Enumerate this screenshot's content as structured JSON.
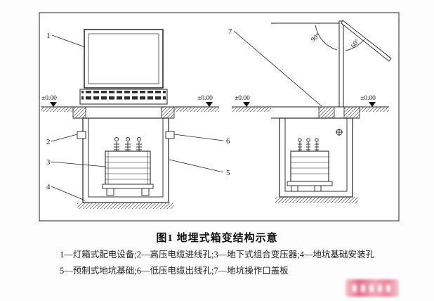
{
  "figure": {
    "caption": "图1  地埋式箱变结构示意",
    "legend_line1": "1—灯箱式配电设备;2—高压电缆进线孔;3—地下式组合变压器;4—地坑基础安装孔",
    "legend_line2": "5—预制式地坑基础;6—低压电缆出线孔;7—地坑操作口盖板",
    "callouts": {
      "c1": "1",
      "c2": "2",
      "c3": "3",
      "c4": "4",
      "c5": "5",
      "c6": "6",
      "c7": "7"
    },
    "elevation_label": "±0.00",
    "angles": {
      "open90": "90°",
      "open60": "60°"
    }
  }
}
